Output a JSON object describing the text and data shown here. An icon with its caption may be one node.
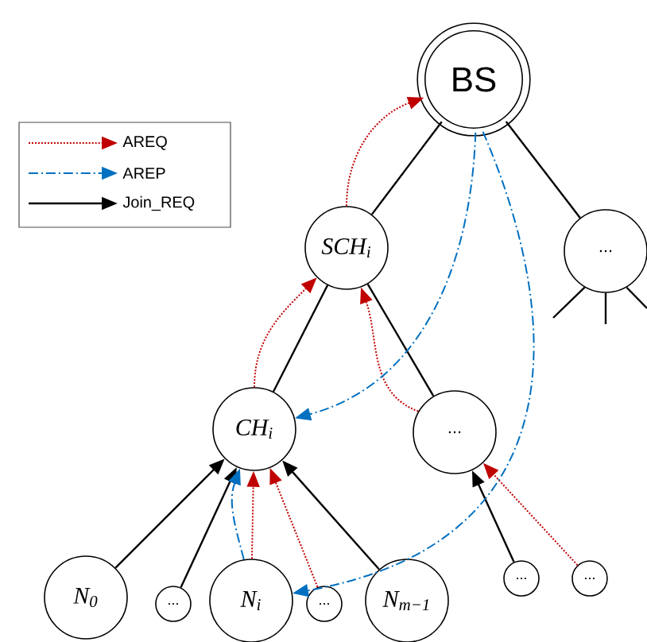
{
  "diagram": {
    "nodes": [
      {
        "text": [
          "BS"
        ]
      },
      {
        "text": [
          "SCH$_{i}$"
        ]
      },
      {
        "text": [
          "..."
        ]
      },
      {
        "text": [
          "CH$_{i}$"
        ]
      },
      {
        "text": [
          "..."
        ]
      },
      {
        "text": [
          "N$_{0}$"
        ]
      },
      {
        "text": [
          "..."
        ]
      },
      {
        "text": [
          "N$_{i}$"
        ]
      },
      {
        "text": [
          "..."
        ]
      },
      {
        "text": [
          "N$_{m−1}$"
        ]
      },
      {
        "text": [
          "..."
        ]
      },
      {
        "text": [
          "..."
        ]
      }
    ],
    "edges": [
      {
        "from": 0,
        "to": 1,
        "arrow": "none"
      },
      {
        "from": 0,
        "to": 2,
        "arrow": "none"
      },
      {
        "from": 1,
        "to": 3,
        "arrow": "none"
      },
      {
        "from": 1,
        "to": 4,
        "arrow": "none"
      },
      {
        "from": 2,
        "to": null,
        "arrow": "none"
      },
      {
        "from": 2,
        "to": null,
        "arrow": "none"
      },
      {
        "from": 2,
        "to": null,
        "arrow": "none"
      },
      {
        "from": 5,
        "to": 3,
        "arrow": "to"
      },
      {
        "from": 6,
        "to": 3,
        "arrow": "to"
      },
      {
        "from": 9,
        "to": 3,
        "arrow": "to"
      },
      {
        "from": 10,
        "to": 4,
        "arrow": "to"
      },
      {
        "from": 1,
        "to": 0,
        "arrow": "to",
        "style": "dashed",
        "color": "#c00000"
      },
      {
        "from": 3,
        "to": 1,
        "arrow": "to",
        "style": "dashed",
        "color": "#c00000"
      },
      {
        "from": 4,
        "to": 1,
        "arrow": "to",
        "style": "dashed",
        "color": "#c00000"
      },
      {
        "from": 7,
        "to": 3,
        "arrow": "to",
        "style": "dashed",
        "color": "#c00000"
      },
      {
        "from": 8,
        "to": 3,
        "arrow": "to",
        "style": "dashed",
        "color": "#c00000"
      },
      {
        "from": 11,
        "to": 4,
        "arrow": "to",
        "style": "dashed",
        "color": "#c00000"
      },
      {
        "from": 0,
        "to": 3,
        "arrow": "to",
        "style": "dashed",
        "color": "#0070c0"
      },
      {
        "from": 0,
        "to": 7,
        "arrow": "to",
        "style": "dashed",
        "color": "#0070c0"
      },
      {
        "from": 7,
        "to": 3,
        "arrow": "to",
        "style": "dashed",
        "color": "#0070c0"
      }
    ],
    "legend": [
      {
        "text": "AREQ"
      },
      {
        "text": "AREP"
      },
      {
        "text": "Join_REQ"
      }
    ]
  }
}
